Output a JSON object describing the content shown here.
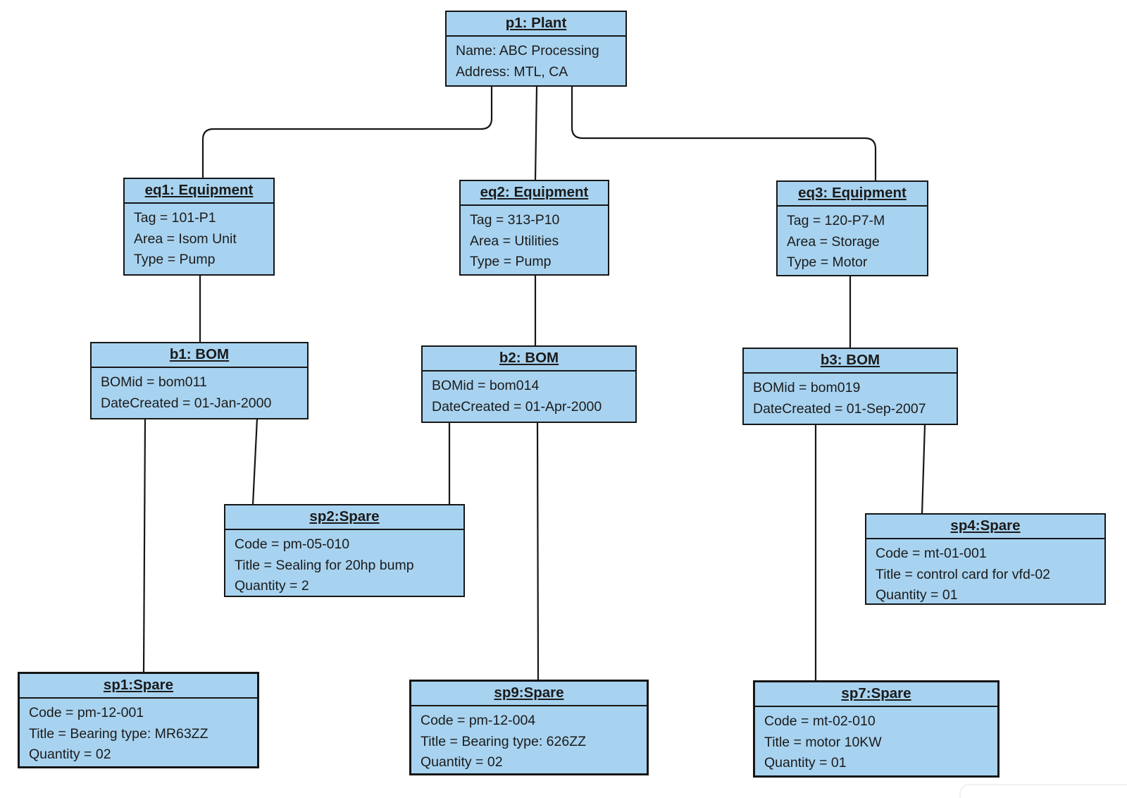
{
  "colors": {
    "background": "#ffffff",
    "node_fill": "#a8d3f0",
    "node_border": "#161616",
    "connector": "#161616",
    "text": "#1b1b1b"
  },
  "nodes": [
    {
      "id": "p1",
      "title": "p1: Plant",
      "attributes": [
        "Name: ABC Processing",
        "Address: MTL, CA"
      ]
    },
    {
      "id": "eq1",
      "title": "eq1: Equipment",
      "attributes": [
        "Tag = 101-P1",
        "Area = Isom Unit",
        "Type = Pump"
      ]
    },
    {
      "id": "eq2",
      "title": "eq2: Equipment",
      "attributes": [
        "Tag = 313-P10",
        "Area = Utilities",
        "Type = Pump"
      ]
    },
    {
      "id": "eq3",
      "title": "eq3: Equipment",
      "attributes": [
        "Tag = 120-P7-M",
        "Area = Storage",
        "Type = Motor"
      ]
    },
    {
      "id": "b1",
      "title": "b1: BOM",
      "attributes": [
        "BOMid = bom011",
        "DateCreated = 01-Jan-2000"
      ]
    },
    {
      "id": "b2",
      "title": "b2: BOM",
      "attributes": [
        "BOMid = bom014",
        "DateCreated = 01-Apr-2000"
      ]
    },
    {
      "id": "b3",
      "title": "b3: BOM",
      "attributes": [
        "BOMid = bom019",
        "DateCreated = 01-Sep-2007"
      ]
    },
    {
      "id": "sp2",
      "title": "sp2:Spare",
      "attributes": [
        "Code = pm-05-010",
        "Title = Sealing for 20hp bump",
        "Quantity = 2"
      ]
    },
    {
      "id": "sp4",
      "title": "sp4:Spare",
      "attributes": [
        "Code = mt-01-001",
        "Title = control card for vfd-02",
        "Quantity = 01"
      ]
    },
    {
      "id": "sp1",
      "title": "sp1:Spare",
      "attributes": [
        "Code = pm-12-001",
        "Title = Bearing type: MR63ZZ",
        "Quantity = 02"
      ]
    },
    {
      "id": "sp9",
      "title": "sp9:Spare",
      "attributes": [
        "Code = pm-12-004",
        "Title = Bearing type: 626ZZ",
        "Quantity = 02"
      ]
    },
    {
      "id": "sp7",
      "title": "sp7:Spare",
      "attributes": [
        "Code = mt-02-010",
        "Title = motor 10KW",
        "Quantity = 01"
      ]
    }
  ],
  "edges": [
    {
      "from": "p1",
      "to": "eq1"
    },
    {
      "from": "p1",
      "to": "eq2"
    },
    {
      "from": "p1",
      "to": "eq3"
    },
    {
      "from": "eq1",
      "to": "b1"
    },
    {
      "from": "eq2",
      "to": "b2"
    },
    {
      "from": "eq3",
      "to": "b3"
    },
    {
      "from": "b1",
      "to": "sp1"
    },
    {
      "from": "b1",
      "to": "sp2"
    },
    {
      "from": "b2",
      "to": "sp2"
    },
    {
      "from": "b2",
      "to": "sp9"
    },
    {
      "from": "b3",
      "to": "sp4"
    },
    {
      "from": "b3",
      "to": "sp7"
    }
  ]
}
